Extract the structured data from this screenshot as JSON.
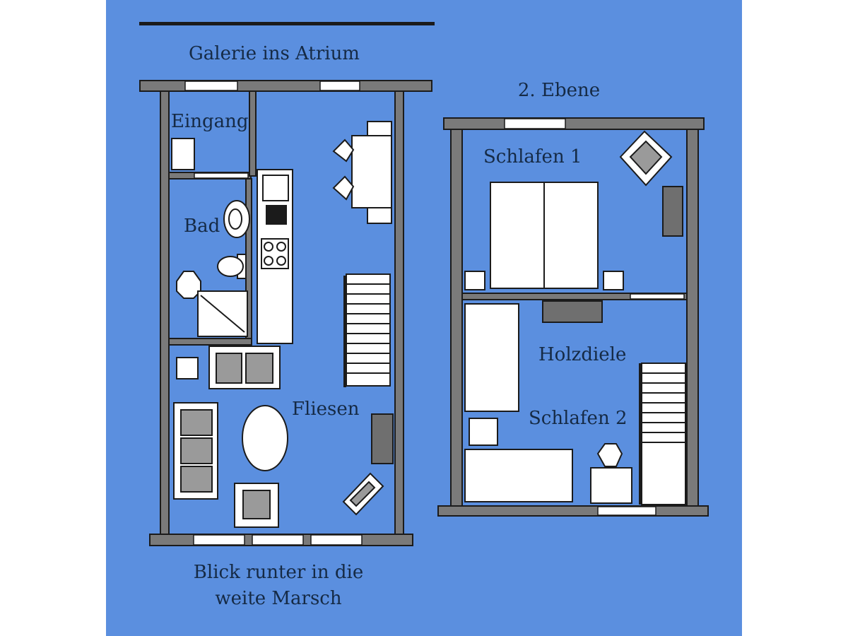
{
  "colors": {
    "background": "#5b8fdf",
    "wall": "#7a7a7a",
    "furniture": "#ffffff",
    "text": "#152a45"
  },
  "labels": {
    "top_note": "Galerie ins Atrium",
    "level2_title": "2. Ebene",
    "entrance": "Eingang",
    "bath": "Bad",
    "tiles": "Fliesen",
    "bottom_note_line1": "Blick runter in die",
    "bottom_note_line2": "weite Marsch",
    "bedroom1": "Schlafen 1",
    "wood_floor": "Holzdiele",
    "bedroom2": "Schlafen 2"
  }
}
